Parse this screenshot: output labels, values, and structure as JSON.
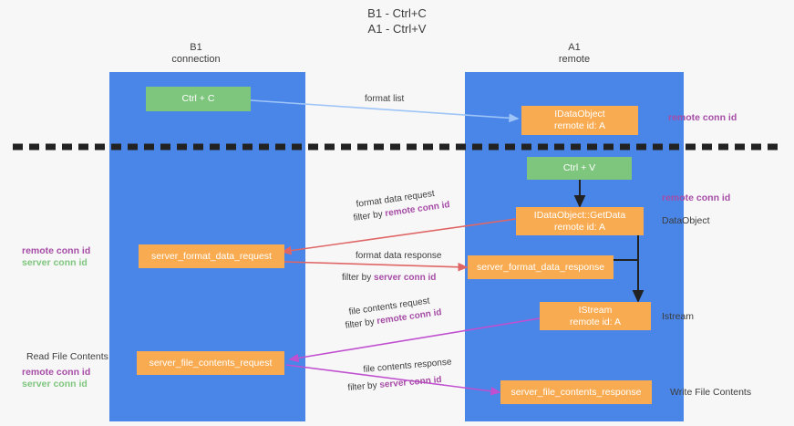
{
  "title": "B1 - Ctrl+C\nA1 - Ctrl+V",
  "lanes": [
    {
      "name": "b1",
      "title": "B1\nconnection"
    },
    {
      "name": "a1",
      "title": "A1\nremote"
    }
  ],
  "nodes": {
    "ctrl_c": {
      "label": "Ctrl + C",
      "sub": ""
    },
    "idataobject": {
      "label": "IDataObject",
      "sub": "remote id: A"
    },
    "ctrl_v": {
      "label": "Ctrl + V",
      "sub": ""
    },
    "getdata": {
      "label": "IDataObject::GetData",
      "sub": "remote id: A"
    },
    "format_request": {
      "label": "server_format_data_request",
      "sub": ""
    },
    "format_response": {
      "label": "server_format_data_response",
      "sub": ""
    },
    "istream": {
      "label": "IStream",
      "sub": "remote id: A"
    },
    "file_request": {
      "label": "server_file_contents_request",
      "sub": ""
    },
    "file_response": {
      "label": "server_file_contents_response",
      "sub": ""
    }
  },
  "right_labels": {
    "remote_conn_id_1": "remote conn id",
    "remote_conn_id_2": "remote conn id",
    "dataobject": "DataObject",
    "istream": "Istream",
    "write_file_contents": "Write File Contents"
  },
  "left_labels": {
    "remote_conn_id": "remote conn id",
    "server_conn_id": "server conn id",
    "read_file_contents": "Read File Contents",
    "remote_conn_id_2": "remote conn id",
    "server_conn_id_2": "server conn id"
  },
  "edges": {
    "format_list": "format list",
    "format_data_request": "format data request",
    "format_data_request_filter_prefix": "filter by ",
    "format_data_request_filter_value": "remote conn id",
    "format_data_response": "format data response",
    "format_data_response_filter_prefix": "filter by ",
    "format_data_response_filter_value": "server conn id",
    "file_contents_request": "file contents request",
    "file_contents_request_filter_prefix": "filter by ",
    "file_contents_request_filter_value": "remote conn id",
    "file_contents_response": "file contents response",
    "file_contents_response_filter_prefix": "filter by ",
    "file_contents_response_filter_value": "server conn id"
  },
  "colors": {
    "lane": "#4a86e8",
    "green_node": "#7ec67e",
    "orange_node": "#f9ab51",
    "purple": "#a64ca6",
    "red_arrow": "#e06666",
    "magenta_arrow": "#c050d0",
    "blue_arrow": "#9fc5f8",
    "background": "#f7f7f7"
  }
}
